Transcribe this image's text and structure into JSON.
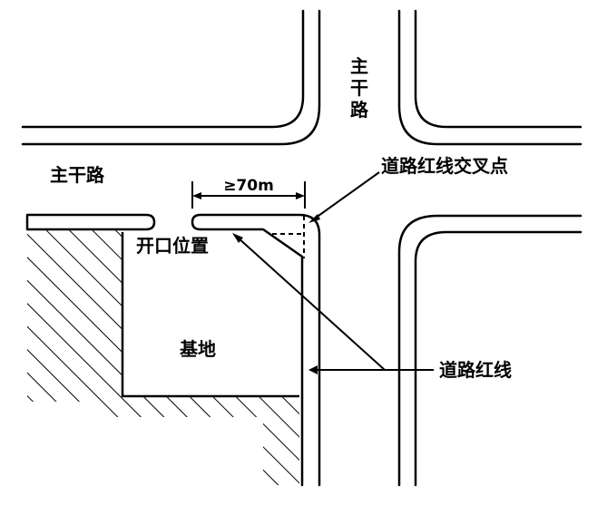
{
  "labels": {
    "main_road_vertical": [
      "主",
      "干",
      "路"
    ],
    "main_road_horizontal": "主干路",
    "distance": "≥70m",
    "red_line_intersection": "道路红线交叉点",
    "opening_position": "开口位置",
    "site": "基地",
    "road_red_line": "道路红线"
  },
  "colors": {
    "ink": "#000000",
    "background": "#ffffff"
  }
}
